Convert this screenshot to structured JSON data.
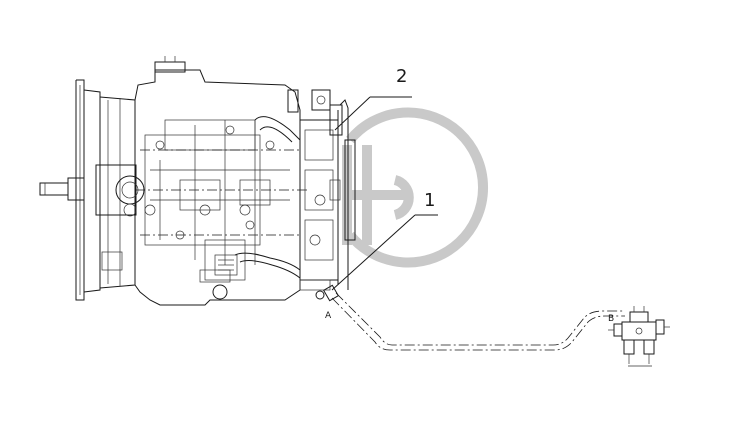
{
  "diagram": {
    "callouts": [
      {
        "id": "callout-2",
        "text": "2"
      },
      {
        "id": "callout-1",
        "text": "1"
      }
    ],
    "points": [
      {
        "id": "point-a",
        "text": "A"
      },
      {
        "id": "point-b",
        "text": "B"
      }
    ],
    "colors": {
      "line": "#1a1a1a",
      "watermark": "#c9c9c9",
      "background": "#ffffff"
    }
  }
}
